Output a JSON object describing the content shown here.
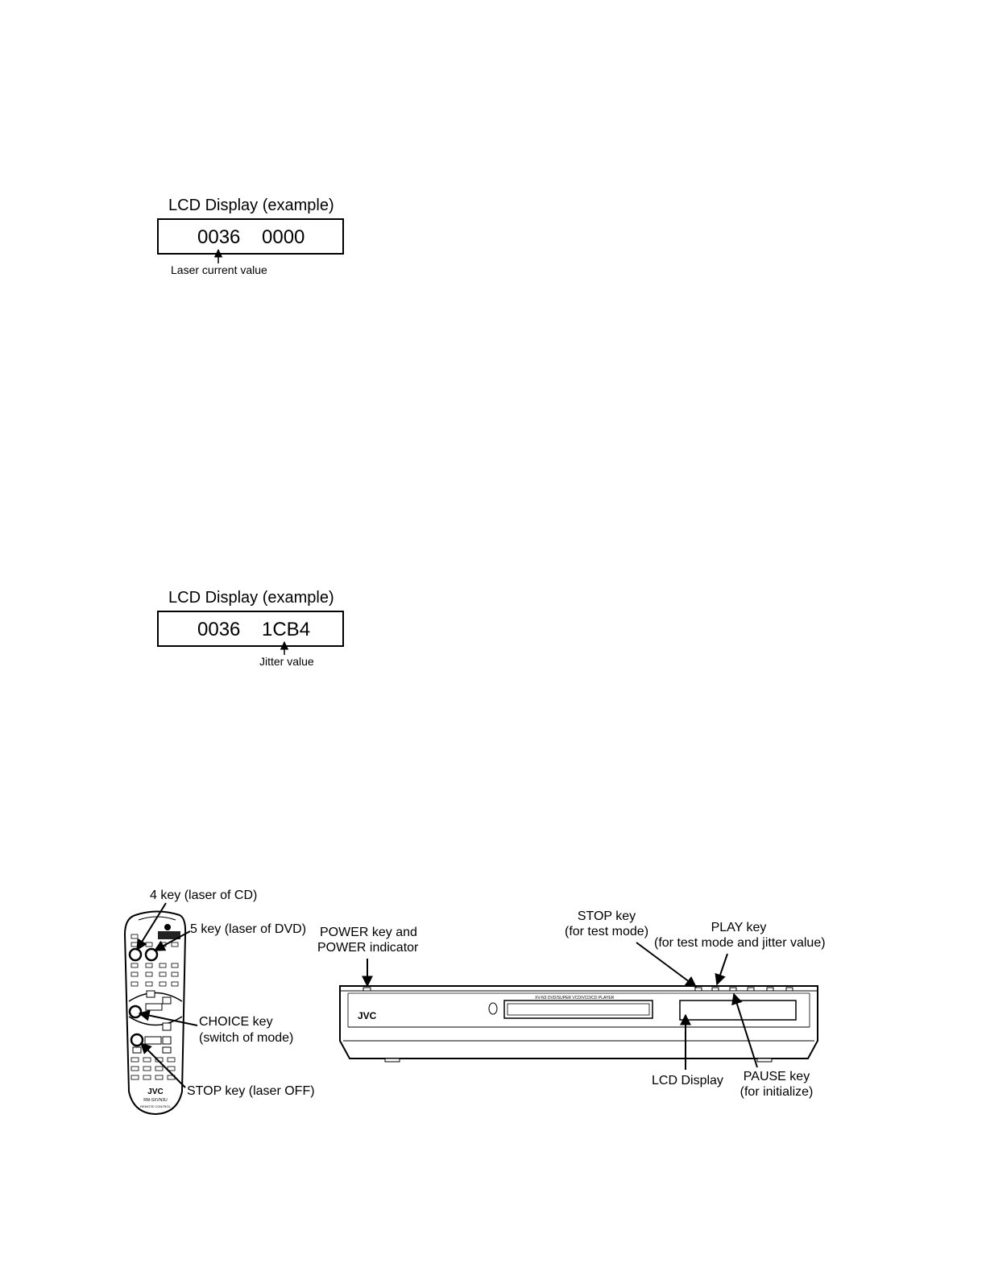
{
  "lcd_example_1": {
    "title": "LCD Display (example)",
    "value_left": "0036",
    "value_right": "0000",
    "caption": "Laser current value"
  },
  "lcd_example_2": {
    "title": "LCD Display (example)",
    "value_left": "0036",
    "value_right": "1CB4",
    "caption": "Jitter value"
  },
  "remote": {
    "brand": "JVC",
    "model": "RM-SXVN3U",
    "subtitle": "REMOTE CONTROL",
    "callouts": {
      "key4": "4 key (laser of CD)",
      "key5": "5 key (laser of DVD)",
      "choice_1": "CHOICE key",
      "choice_2": "(switch of mode)",
      "stop": "STOP key (laser OFF)"
    }
  },
  "player": {
    "brand": "JVC",
    "model_text": "XV-N3    DVD/SUPER VCD/VCD/CD PLAYER",
    "callouts": {
      "power_1": "POWER key and",
      "power_2": "POWER indicator",
      "stop_1": "STOP key",
      "stop_2": "(for test mode)",
      "play_1": "PLAY key",
      "play_2": "(for test mode and jitter value)",
      "lcd": "LCD Display",
      "pause_1": "PAUSE key",
      "pause_2": "(for initialize)"
    }
  }
}
